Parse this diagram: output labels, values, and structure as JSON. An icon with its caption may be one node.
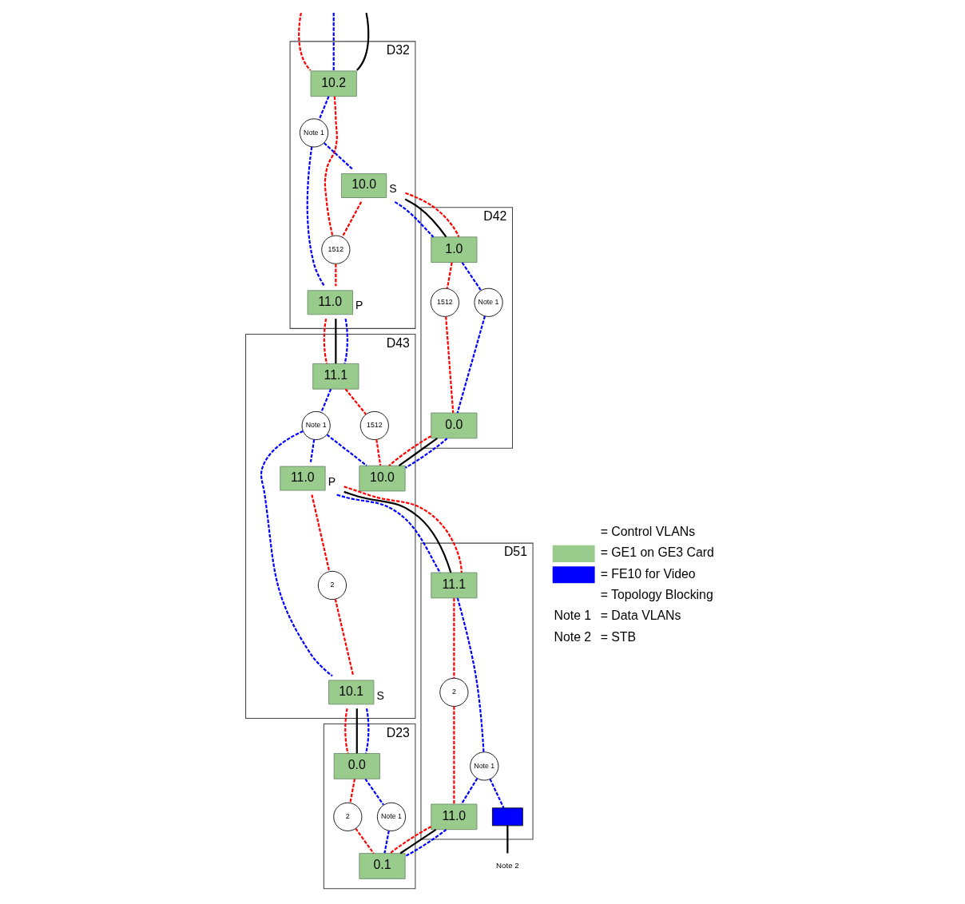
{
  "diagram": {
    "nodes": [
      {
        "text": [
          "D32"
        ]
      },
      {
        "text": [
          "10.2"
        ],
        "in": 0
      },
      {
        "text": [
          "10.0"
        ],
        "in": 0,
        "beside": [
          "S"
        ]
      },
      {
        "text": [
          "11.0"
        ],
        "in": 0,
        "beside": [
          "P"
        ]
      },
      {
        "text": [
          "Note 1"
        ],
        "in": 0
      },
      {
        "text": [
          "1512"
        ],
        "in": 0
      },
      {
        "text": [
          "D42"
        ]
      },
      {
        "text": [
          "1.0"
        ],
        "in": 6
      },
      {
        "text": [
          "0.0"
        ],
        "in": 6
      },
      {
        "text": [
          "1512"
        ],
        "in": 6
      },
      {
        "text": [
          "Note 1"
        ],
        "in": 6
      },
      {
        "text": [
          "D43"
        ]
      },
      {
        "text": [
          "11.1"
        ],
        "in": 11
      },
      {
        "text": [
          "10.0"
        ],
        "in": 11
      },
      {
        "text": [
          "11.0"
        ],
        "in": 11,
        "beside": [
          "P"
        ]
      },
      {
        "text": [
          "10.1"
        ],
        "in": 11,
        "beside": [
          "S"
        ]
      },
      {
        "text": [
          "Note 1"
        ],
        "in": 11
      },
      {
        "text": [
          "1512"
        ],
        "in": 11
      },
      {
        "text": [
          "2"
        ],
        "in": 11
      },
      {
        "text": [
          "D51"
        ]
      },
      {
        "text": [
          "11.1"
        ],
        "in": 19
      },
      {
        "text": [
          "11.0"
        ],
        "in": 19
      },
      {
        "text": [
          "2"
        ],
        "in": 19
      },
      {
        "text": [
          "Note 1"
        ],
        "in": 19
      },
      {
        "text": [],
        "shape": "box",
        "in": 19
      },
      {
        "text": [
          "D23"
        ]
      },
      {
        "text": [
          "0.0"
        ],
        "in": 25
      },
      {
        "text": [
          "0.1"
        ],
        "in": 25
      },
      {
        "text": [
          "2"
        ],
        "in": 25
      },
      {
        "text": [
          "Note 1"
        ],
        "in": 25
      },
      {
        "text": [
          "Note 2"
        ]
      }
    ],
    "edges": [
      {
        "from": null,
        "to": 1,
        "arrow": "none",
        "style": "dashed",
        "color": "#ff0000"
      },
      {
        "from": null,
        "to": 1,
        "arrow": "none",
        "color": "#000000"
      },
      {
        "from": null,
        "to": 1,
        "arrow": "none",
        "style": "dashed",
        "color": "#0000ff"
      },
      {
        "from": 1,
        "to": 5,
        "arrow": "none",
        "style": "dashed",
        "color": "#ff0000"
      },
      {
        "from": 1,
        "to": 4,
        "arrow": "none",
        "style": "dashed",
        "color": "#0000ff"
      },
      {
        "from": 4,
        "to": 2,
        "arrow": "none",
        "style": "dashed",
        "color": "#0000ff"
      },
      {
        "from": 4,
        "to": 3,
        "arrow": "none",
        "style": "dashed",
        "color": "#0000ff"
      },
      {
        "from": 2,
        "to": 5,
        "arrow": "none",
        "style": "dashed",
        "color": "#ff0000"
      },
      {
        "from": 5,
        "to": 3,
        "arrow": "none",
        "style": "dashed",
        "color": "#ff0000"
      },
      {
        "from": 2,
        "to": 7,
        "arrow": "none",
        "style": "dashed",
        "color": "#0000ff"
      },
      {
        "from": 2,
        "to": 7,
        "arrow": "none",
        "color": "#000000"
      },
      {
        "from": 2,
        "to": 7,
        "arrow": "none",
        "style": "dashed",
        "color": "#ff0000"
      },
      {
        "from": 3,
        "to": 12,
        "arrow": "none",
        "style": "dashed",
        "color": "#ff0000"
      },
      {
        "from": 3,
        "to": 12,
        "arrow": "none",
        "color": "#000000"
      },
      {
        "from": 3,
        "to": 12,
        "arrow": "none",
        "style": "dashed",
        "color": "#0000ff"
      },
      {
        "from": 7,
        "to": 9,
        "arrow": "none",
        "style": "dashed",
        "color": "#ff0000"
      },
      {
        "from": 9,
        "to": 8,
        "arrow": "none",
        "style": "dashed",
        "color": "#ff0000"
      },
      {
        "from": 7,
        "to": 10,
        "arrow": "none",
        "style": "dashed",
        "color": "#0000ff"
      },
      {
        "from": 10,
        "to": 8,
        "arrow": "none",
        "style": "dashed",
        "color": "#0000ff"
      },
      {
        "from": 8,
        "to": 13,
        "arrow": "none",
        "style": "dashed",
        "color": "#ff0000"
      },
      {
        "from": 8,
        "to": 13,
        "arrow": "none",
        "color": "#000000"
      },
      {
        "from": 8,
        "to": 13,
        "arrow": "none",
        "style": "dashed",
        "color": "#0000ff"
      },
      {
        "from": 12,
        "to": 17,
        "arrow": "none",
        "style": "dashed",
        "color": "#ff0000"
      },
      {
        "from": 17,
        "to": 13,
        "arrow": "none",
        "style": "dashed",
        "color": "#ff0000"
      },
      {
        "from": 12,
        "to": 16,
        "arrow": "none",
        "style": "dashed",
        "color": "#0000ff"
      },
      {
        "from": 16,
        "to": 13,
        "arrow": "none",
        "style": "dashed",
        "color": "#0000ff"
      },
      {
        "from": 16,
        "to": 14,
        "arrow": "none",
        "style": "dashed",
        "color": "#0000ff"
      },
      {
        "from": 16,
        "to": 15,
        "arrow": "none",
        "style": "dashed",
        "color": "#0000ff"
      },
      {
        "from": 14,
        "to": 18,
        "arrow": "none",
        "style": "dashed",
        "color": "#ff0000"
      },
      {
        "from": 18,
        "to": 15,
        "arrow": "none",
        "style": "dashed",
        "color": "#ff0000"
      },
      {
        "from": 14,
        "to": 20,
        "arrow": "none",
        "style": "dashed",
        "color": "#0000ff"
      },
      {
        "from": 14,
        "to": 20,
        "arrow": "none",
        "color": "#000000"
      },
      {
        "from": 14,
        "to": 20,
        "arrow": "none",
        "style": "dashed",
        "color": "#ff0000"
      },
      {
        "from": 15,
        "to": 26,
        "arrow": "none",
        "style": "dashed",
        "color": "#ff0000"
      },
      {
        "from": 15,
        "to": 26,
        "arrow": "none",
        "color": "#000000"
      },
      {
        "from": 15,
        "to": 26,
        "arrow": "none",
        "style": "dashed",
        "color": "#0000ff"
      },
      {
        "from": 20,
        "to": 22,
        "arrow": "none",
        "style": "dashed",
        "color": "#ff0000"
      },
      {
        "from": 22,
        "to": 21,
        "arrow": "none",
        "style": "dashed",
        "color": "#ff0000"
      },
      {
        "from": 20,
        "to": 23,
        "arrow": "none",
        "style": "dashed",
        "color": "#0000ff"
      },
      {
        "from": 23,
        "to": 21,
        "arrow": "none",
        "style": "dashed",
        "color": "#0000ff"
      },
      {
        "from": 23,
        "to": 24,
        "arrow": "none",
        "style": "dashed",
        "color": "#0000ff"
      },
      {
        "from": 21,
        "to": 27,
        "arrow": "none",
        "style": "dashed",
        "color": "#ff0000"
      },
      {
        "from": 21,
        "to": 27,
        "arrow": "none",
        "color": "#000000"
      },
      {
        "from": 21,
        "to": 27,
        "arrow": "none",
        "style": "dashed",
        "color": "#0000ff"
      },
      {
        "from": 26,
        "to": 28,
        "arrow": "none",
        "style": "dashed",
        "color": "#ff0000"
      },
      {
        "from": 28,
        "to": 27,
        "arrow": "none",
        "style": "dashed",
        "color": "#ff0000"
      },
      {
        "from": 26,
        "to": 29,
        "arrow": "none",
        "style": "dashed",
        "color": "#0000ff"
      },
      {
        "from": 29,
        "to": 27,
        "arrow": "none",
        "style": "dashed",
        "color": "#0000ff"
      },
      {
        "from": 24,
        "to": 30,
        "arrow": "none",
        "color": "#000000"
      }
    ],
    "labels": [
      "Note 1",
      "= Data VLANs",
      "Note 2",
      "= STB"
    ],
    "legend": [
      {
        "text": "= Control VLANs"
      },
      {
        "text": "= GE1 on GE3 Card",
        "color": "#99cc8c"
      },
      {
        "text": "= FE10 for Video",
        "color": "#0000ff"
      },
      {
        "text": "= Topology Blocking"
      }
    ]
  }
}
